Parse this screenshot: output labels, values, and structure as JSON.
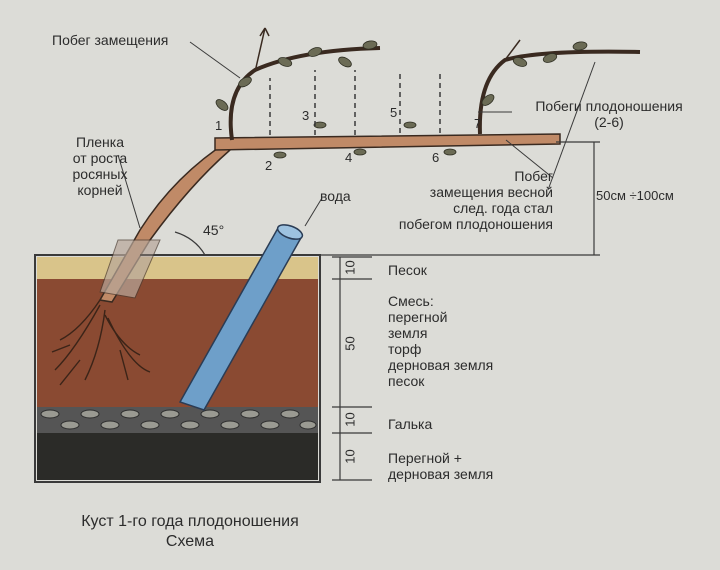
{
  "labels": {
    "shoot_replacement_top": "Побег замещения",
    "film": "Пленка\nот роста\nросяных\nкорней",
    "water": "вода",
    "angle": "45°",
    "fruiting_shoots": "Побеги плодоношения\n(2-6)",
    "replacement_shoot_note": "Побег\nзамещения весной\nслед. года стал\nпобегом плодоношения",
    "height_range": "50см ÷100см"
  },
  "bud_numbers": [
    "1",
    "2",
    "3",
    "4",
    "5",
    "6",
    "7"
  ],
  "layers": [
    {
      "thickness": "10",
      "label": "Песок"
    },
    {
      "thickness": "50",
      "label": "Смесь:\nперегной\nземля\nторф\nдерновая земля\nпесок"
    },
    {
      "thickness": "10",
      "label": "Галька"
    },
    {
      "thickness": "10",
      "label": "Перегной +\nдерновая земля"
    }
  ],
  "caption": {
    "line1": "Куст 1-го года плодоношения",
    "line2": "Схема"
  },
  "colors": {
    "sand": "#d9c48a",
    "soil_mix": "#8a4a32",
    "pebble": "#3a3a3a",
    "humus": "#2b2b28",
    "pipe": "#6e9fc9",
    "trunk": "#c08a67"
  }
}
